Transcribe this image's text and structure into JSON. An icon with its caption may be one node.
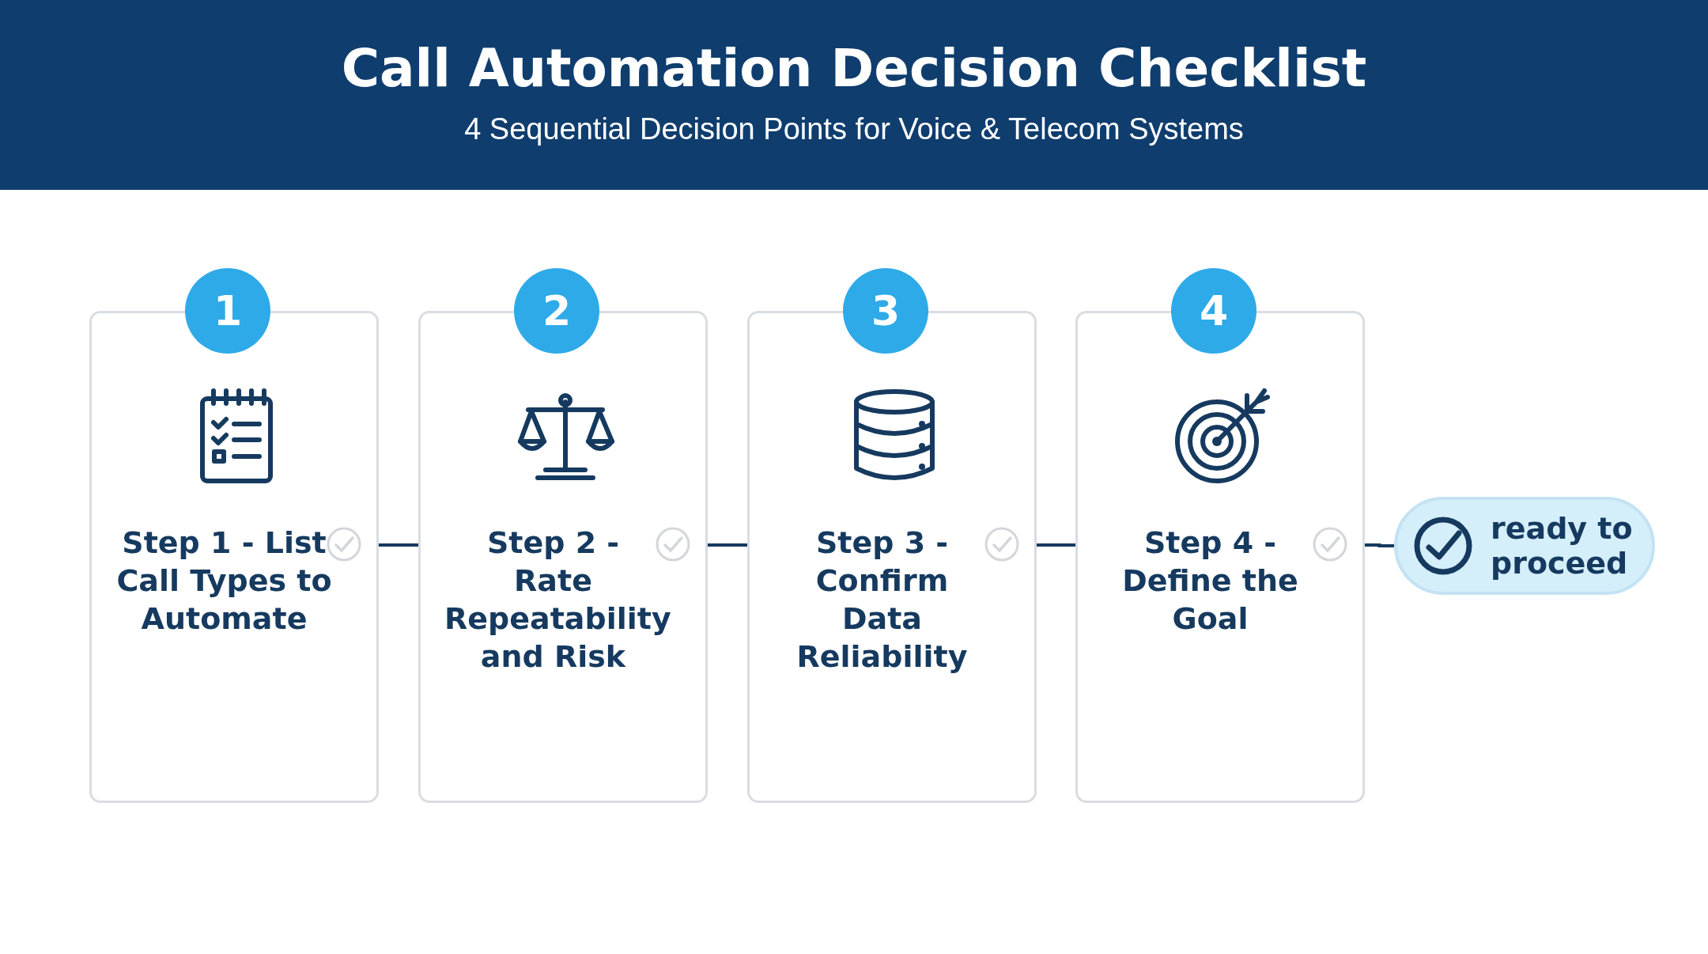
{
  "diagram": {
    "title": "Call Automation Decision Checklist",
    "caption": "4 Sequential Decision Points for Voice & Telecom Systems",
    "nodes": [
      {
        "text": [
          "Step 1 - List Call Types to Automate"
        ]
      },
      {
        "text": [
          "Step 2 - Rate Repeatability and Risk"
        ]
      },
      {
        "text": [
          "Step 3 - Confirm Data Reliability"
        ]
      },
      {
        "text": [
          "Step 4 - Define the Goal"
        ]
      },
      {
        "text": [
          "1"
        ]
      },
      {
        "text": [
          "2"
        ]
      },
      {
        "text": [
          "3"
        ]
      },
      {
        "text": [
          "4"
        ]
      },
      {
        "text": [
          "ready to proceed"
        ]
      }
    ],
    "edges": [
      {
        "from": 0,
        "to": 1,
        "arrow": "none"
      },
      {
        "from": 1,
        "to": 2,
        "arrow": "none"
      },
      {
        "from": 2,
        "to": 3,
        "arrow": "none"
      },
      {
        "from": 3,
        "to": 8,
        "arrow": "none"
      }
    ]
  }
}
